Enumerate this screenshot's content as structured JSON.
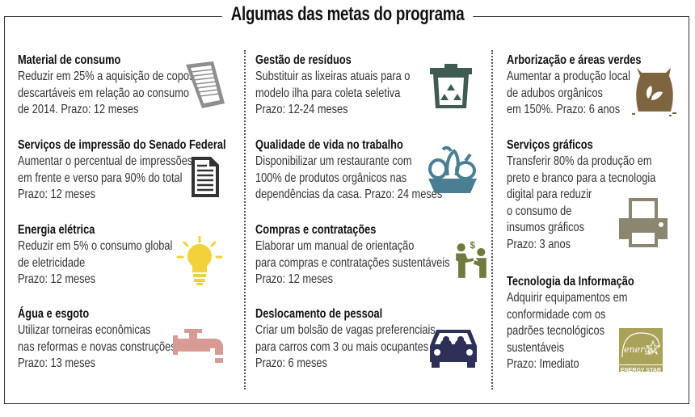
{
  "title": "Algumas das metas do programa",
  "items": [
    {
      "title": "Material de consumo",
      "lines": [
        "Reduzir em 25% a aquisição de copos",
        "descartáveis em relação ao consumo",
        "de 2014. Prazo: 12 meses"
      ],
      "icon": "cups-icon",
      "color": "#8e8e8e"
    },
    {
      "title": "Serviços de impressão do Senado Federal",
      "lines": [
        "Aumentar o percentual de impressões",
        "em frente e verso para 90% do total",
        "Prazo: 12 meses"
      ],
      "icon": "document-icon",
      "color": "#333333"
    },
    {
      "title": "Energia elétrica",
      "lines": [
        "Reduzir em 5% o consumo global",
        "de eletricidade",
        "Prazo: 12 meses"
      ],
      "icon": "lightbulb-icon",
      "color": "#f2d13a"
    },
    {
      "title": "Água e esgoto",
      "lines": [
        "Utilizar torneiras econômicas",
        "nas reformas e novas construções",
        "Prazo: 13 meses"
      ],
      "icon": "faucet-icon",
      "color": "#d79a94"
    },
    {
      "title": "Gestão de resíduos",
      "lines": [
        "Substituir as lixeiras atuais para o",
        "modelo ilha para coleta seletiva",
        "Prazo: 12-24 meses"
      ],
      "icon": "recycle-bin-icon",
      "color": "#3f5c52"
    },
    {
      "title": "Qualidade de vida no trabalho",
      "lines": [
        "Disponibilizar um restaurante com",
        "100% de produtos orgânicos nas",
        "dependências da casa. Prazo: 24 meses"
      ],
      "icon": "vegetable-bowl-icon",
      "color": "#4a7f93"
    },
    {
      "title": "Compras e contratações",
      "lines": [
        "Elaborar um manual de orientação",
        "para compras e contratações sustentáveis",
        "Prazo: 12 meses"
      ],
      "icon": "purchase-icon",
      "color": "#6e7a3e"
    },
    {
      "title": "Deslocamento de pessoal",
      "lines": [
        "Criar um bolsão de vagas preferenciais",
        "para carros com 3 ou mais ocupantes",
        "Prazo: 6 meses"
      ],
      "icon": "car-icon",
      "color": "#2d3158"
    },
    {
      "title": "Arborização e áreas verdes",
      "lines": [
        "Aumentar a produção local",
        "de adubos orgânicos",
        "em 150%. Prazo: 6 anos"
      ],
      "icon": "fertilizer-bag-icon",
      "color": "#7e6540"
    },
    {
      "title": "Serviços gráficos",
      "lines": [
        "Transferir 80% da produção em",
        "preto e branco para a tecnologia",
        "digital para reduzir",
        "o consumo de",
        "insumos gráficos",
        "Prazo: 3 anos"
      ],
      "icon": "printer-icon",
      "color": "#8a8670"
    },
    {
      "title": "Tecnologia da Informação",
      "lines": [
        "Adquirir equipamentos em",
        "conformidade com os",
        "padrões tecnológicos",
        "sustentáveis",
        "Prazo: Imediato"
      ],
      "icon": "energy-star-icon",
      "color": "#a9a258"
    }
  ],
  "energy_star": {
    "script": "energy",
    "label": "ENERGY STAR"
  }
}
